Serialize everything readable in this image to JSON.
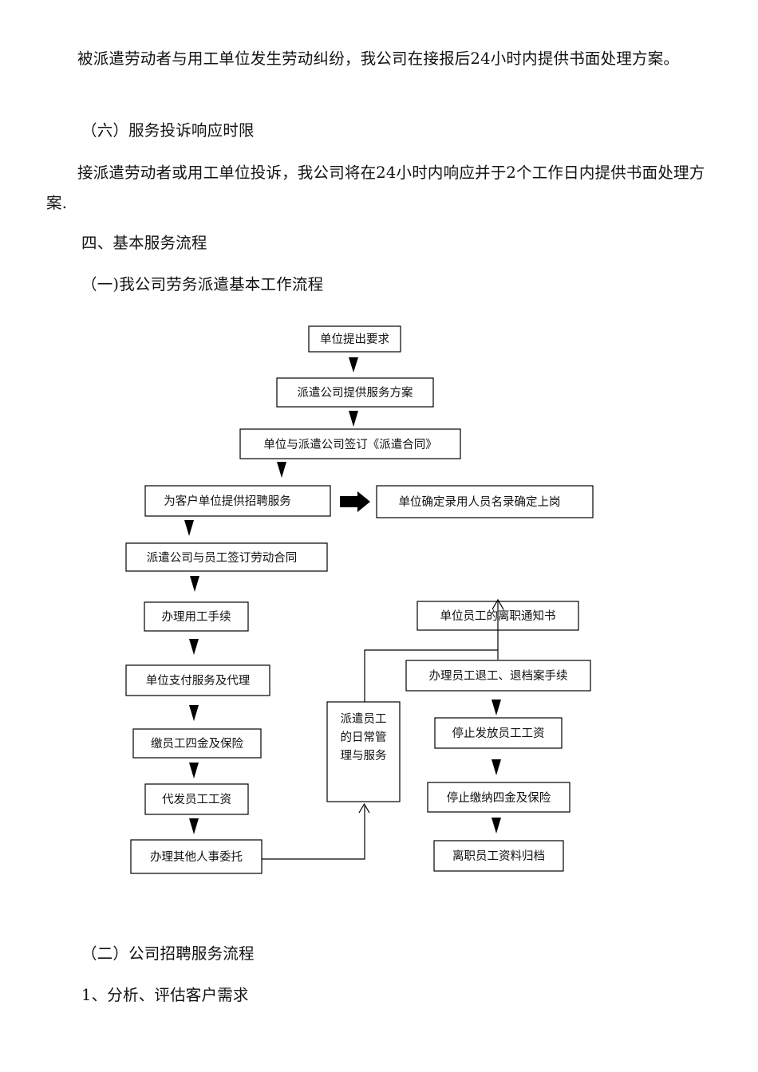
{
  "paragraphs": {
    "p1": "被派遣劳动者与用工单位发生劳动纠纷，我公司在接报后24小时内提供书面处理方案。",
    "h6": "（六）服务投诉响应时限",
    "p2": "接派遣劳动者或用工单位投诉，我公司将在24小时内响应并于2个工作日内提供书面处理方案.",
    "h4": "四、基本服务流程",
    "h4_1": "（一)我公司劳务派遣基本工作流程",
    "h4_2": "（二）公司招聘服务流程",
    "item1": "1、分析、评估客户需求"
  },
  "flow": {
    "n1": "单位提出要求",
    "n2": "派遣公司提供服务方案",
    "n3": "单位与派遣公司签订《派遣合同》",
    "n4": "为客户单位提供招聘服务",
    "n5": "单位确定录用人员名录确定上岗",
    "n6": "派遣公司与员工签订劳动合同",
    "n7": "办理用工手续",
    "n8": "单位支付服务及代理",
    "n9": "缴员工四金及保险",
    "n10": "代发员工工资",
    "n11": "办理其他人事委托",
    "m1": "派遣员工",
    "m2": "的日常管",
    "m3": "理与服务",
    "r1": "单位员工的离职通知书",
    "r2": "办理员工退工、退档案手续",
    "r3": "停止发放员工工资",
    "r4": "停止缴纳四金及保险",
    "r5": "离职员工资料归档"
  }
}
